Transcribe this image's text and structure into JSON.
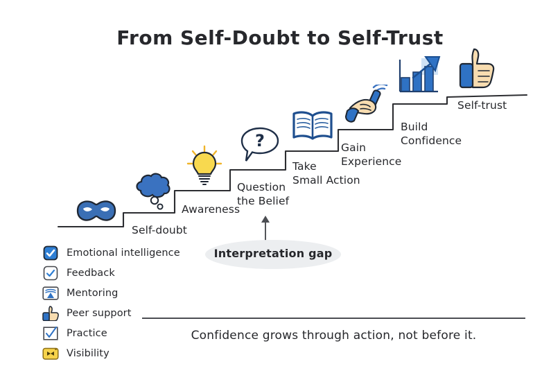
{
  "title": "From Self-Doubt to Self-Trust",
  "footer": {
    "caption": "Confidence grows through action, not before it."
  },
  "gap": {
    "label": "Interpretation gap"
  },
  "colors": {
    "blue": "#2f72c4",
    "blue_dark": "#1b4f91",
    "blue_light": "#bcd6f0",
    "yellow": "#f5cf3e",
    "yellow_light": "#fbe68a",
    "skin": "#f7dcb0",
    "ink": "#26272b",
    "pill_gray": "#eceef0"
  },
  "staircase": {
    "steps": [
      {
        "label": "Self-doubt",
        "icon": "mask-icon"
      },
      {
        "label": "Awareness",
        "icon": "thought-cloud-icon"
      },
      {
        "label": "Question\nthe Belief",
        "icon": "lightbulb-icon"
      },
      {
        "label": "Take\nSmall Action",
        "icon": "speech-bubble-question-icon"
      },
      {
        "label": "Gain\nExperience",
        "icon": "open-book-icon"
      },
      {
        "label": "Build\nConfidence",
        "icon": "hand-pen-icon"
      },
      {
        "label": "Self-trust",
        "icon": "bar-chart-arrow-icon"
      }
    ],
    "summit_icon": "thumbs-up-icon"
  },
  "legend": {
    "items": [
      {
        "label": "Emotional intelligence",
        "icon": "checkbox-filled-icon"
      },
      {
        "label": "Feedback",
        "icon": "checkbox-outline-icon"
      },
      {
        "label": "Mentoring",
        "icon": "presentation-card-icon"
      },
      {
        "label": "Peer support",
        "icon": "thumbs-up-small-icon"
      },
      {
        "label": "Practice",
        "icon": "checkbox-check-icon"
      },
      {
        "label": "Visibility",
        "icon": "badge-yellow-icon"
      }
    ]
  }
}
